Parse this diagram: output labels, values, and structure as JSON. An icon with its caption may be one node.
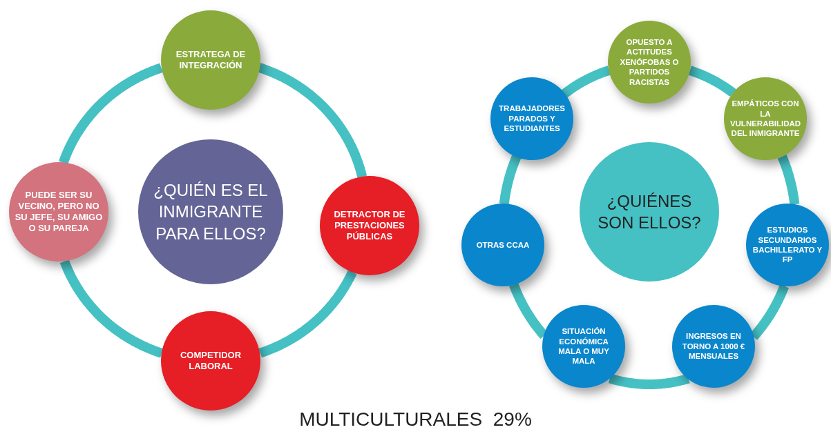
{
  "diagram": {
    "caption": "MULTICULTURALES  29%",
    "nodes": [
      {
        "text": [
          "ESTRATEGA DE INTEGRACIÓN"
        ]
      },
      {
        "text": [
          "PUEDE SER SU VECINO, PERO NO SU JEFE, SU AMIGO O SU PAREJA"
        ]
      },
      {
        "text": [
          "¿QUIÉN ES EL INMIGRANTE PARA ELLOS?"
        ]
      },
      {
        "text": [
          "DETRACTOR DE PRESTACIONES PÚBLICAS"
        ]
      },
      {
        "text": [
          "COMPETIDOR LABORAL"
        ]
      },
      {
        "text": [
          "OPUESTO A ACTITUDES XENÓFOBAS O PARTIDOS RACISTAS"
        ]
      },
      {
        "text": [
          "TRABAJADORES PARADOS Y ESTUDIANTES"
        ]
      },
      {
        "text": [
          "EMPÁTICOS CON LA VULNERABILIDAD DEL INMIGRANTE"
        ]
      },
      {
        "text": [
          "¿QUIÉNES SON ELLOS?"
        ]
      },
      {
        "text": [
          "OTRAS CCAA"
        ]
      },
      {
        "text": [
          "ESTUDIOS SECUNDARIOS BACHILLERATO Y FP"
        ]
      },
      {
        "text": [
          "SITUACIÓN ECONÓMICA MALA O MUY MALA"
        ]
      },
      {
        "text": [
          "INGRESOS EN TORNO A 1000 € MENSUALES"
        ]
      }
    ],
    "edges": [
      {
        "from": 0,
        "to": 3,
        "arrow": "none"
      },
      {
        "from": 3,
        "to": 4,
        "arrow": "none"
      },
      {
        "from": 4,
        "to": 1,
        "arrow": "none"
      },
      {
        "from": 1,
        "to": 0,
        "arrow": "none"
      },
      {
        "from": 5,
        "to": 7,
        "arrow": "none"
      },
      {
        "from": 7,
        "to": 10,
        "arrow": "none"
      },
      {
        "from": 10,
        "to": 12,
        "arrow": "none"
      },
      {
        "from": 12,
        "to": 11,
        "arrow": "none"
      },
      {
        "from": 11,
        "to": 9,
        "arrow": "none"
      },
      {
        "from": 9,
        "to": 6,
        "arrow": "none"
      },
      {
        "from": 6,
        "to": 5,
        "arrow": "none"
      }
    ]
  }
}
